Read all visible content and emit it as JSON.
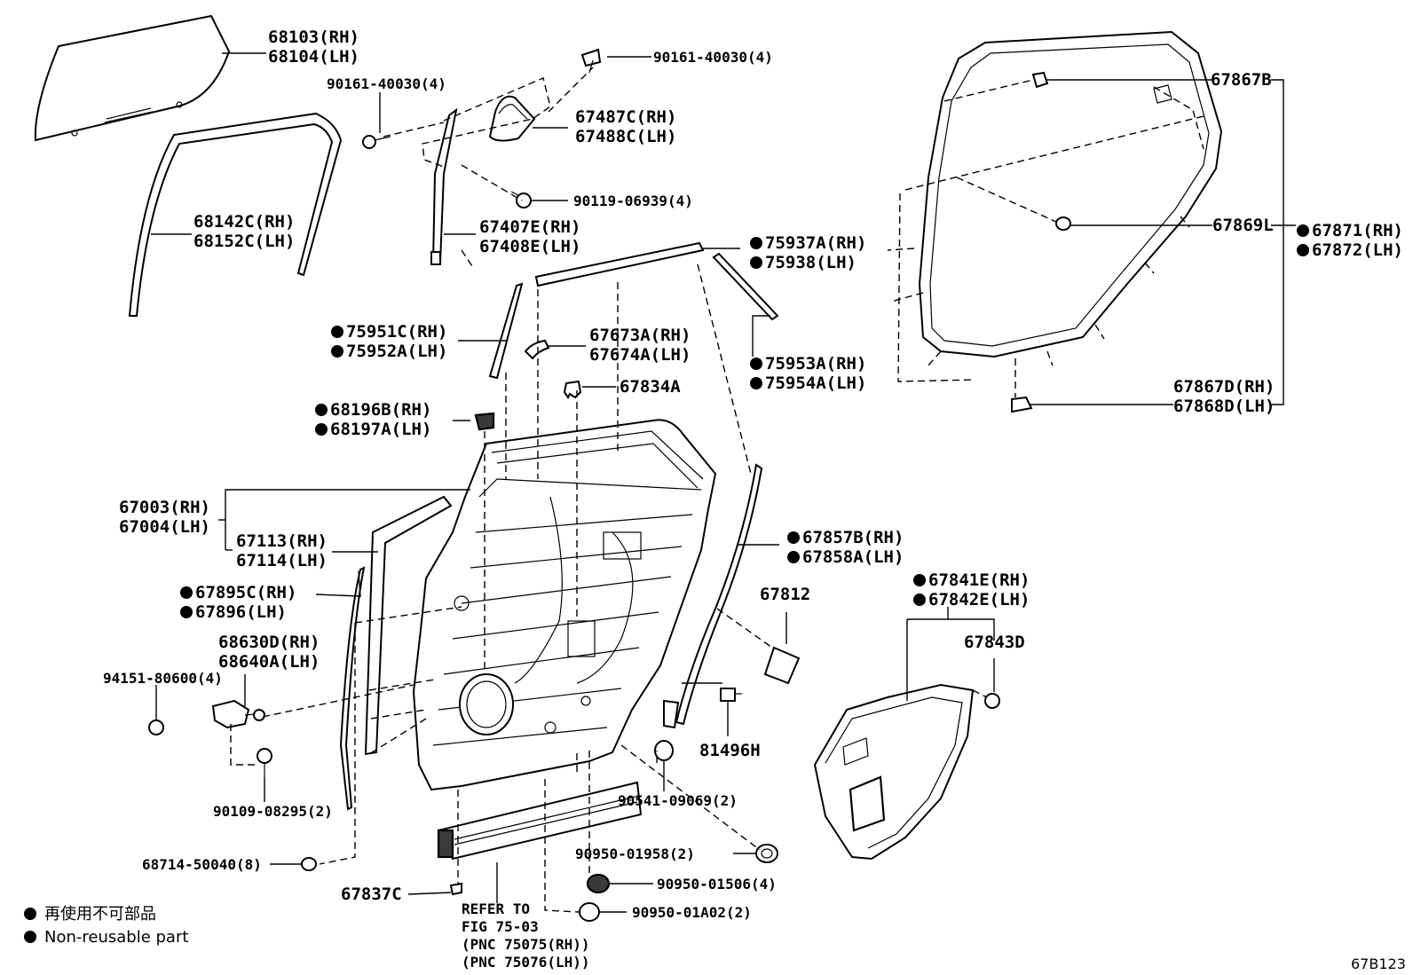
{
  "legend": {
    "non_reusable_jp": "再使用不可部品",
    "non_reusable_en": "Non-reusable part"
  },
  "figure_code": "67B123",
  "labels": {
    "l68103": "68103(RH)",
    "l68104": "68104(LH)",
    "l90161a": "90161-40030(4)",
    "l90161b": "90161-40030(4)",
    "l67487": "67487C(RH)",
    "l67488": "67488C(LH)",
    "l90119": "90119-06939(4)",
    "l68142": "68142C(RH)",
    "l68152": "68152C(LH)",
    "l67407": "67407E(RH)",
    "l67408": "67408E(LH)",
    "l75937": "75937A(RH)",
    "l75938": "75938(LH)",
    "l75951": "75951C(RH)",
    "l75952": "75952A(LH)",
    "l67673": "67673A(RH)",
    "l67674": "67674A(LH)",
    "l75953": "75953A(RH)",
    "l75954": "75954A(LH)",
    "l67834": "67834A",
    "l68196": "68196B(RH)",
    "l68197": "68197A(LH)",
    "l67003": "67003(RH)",
    "l67004": "67004(LH)",
    "l67113": "67113(RH)",
    "l67114": "67114(LH)",
    "l67857": "67857B(RH)",
    "l67858": "67858A(LH)",
    "l67812": "67812",
    "l67895": "67895C(RH)",
    "l67896": "67896(LH)",
    "l67841": "67841E(RH)",
    "l67842": "67842E(LH)",
    "l67843": "67843D",
    "l68630": "68630D(RH)",
    "l68640": "68640A(LH)",
    "l94151": "94151-80600(4)",
    "l81496": "81496H",
    "l90109": "90109-08295(2)",
    "l90541": "90541-09069(2)",
    "l90950a": "90950-01958(2)",
    "l68714": "68714-50040(8)",
    "l90950b": "90950-01506(4)",
    "l67837": "67837C",
    "l90950c": "90950-01A02(2)",
    "refer1": "REFER TO",
    "refer2": "FIG 75-03",
    "refer3": "(PNC 75075(RH))",
    "refer4": "(PNC 75076(LH))",
    "l67867b": "67867B",
    "l67869": "67869L",
    "l67871": "67871(RH)",
    "l67872": "67872(LH)",
    "l67867d": "67867D(RH)",
    "l67868d": "67868D(LH)"
  }
}
